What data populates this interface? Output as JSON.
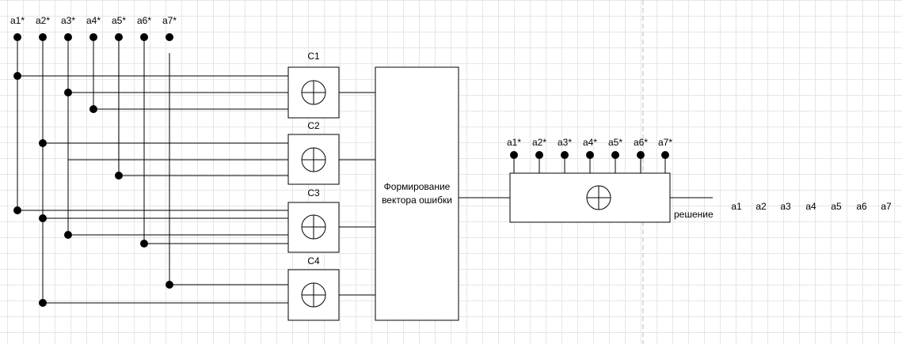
{
  "inputs": [
    "a1*",
    "a2*",
    "a3*",
    "a4*",
    "a5*",
    "a6*",
    "a7*"
  ],
  "checkers": [
    {
      "label": "C1",
      "inputs": [
        0,
        2,
        3
      ]
    },
    {
      "label": "C2",
      "inputs": [
        1,
        4
      ]
    },
    {
      "label": "C3",
      "inputs": [
        0,
        1,
        2,
        5
      ]
    },
    {
      "label": "C4",
      "inputs": [
        6,
        1
      ]
    }
  ],
  "error_block": {
    "line1": "Формирование",
    "line2": "вектора ошибки"
  },
  "corrector": {
    "inputs": [
      "a1*",
      "a2*",
      "a3*",
      "a4*",
      "a5*",
      "a6*",
      "a7*"
    ]
  },
  "solution_label": "решение",
  "outputs": [
    "a1",
    "a2",
    "a3",
    "a4",
    "a5",
    "a6",
    "a7"
  ],
  "xor_symbol": "⊕"
}
